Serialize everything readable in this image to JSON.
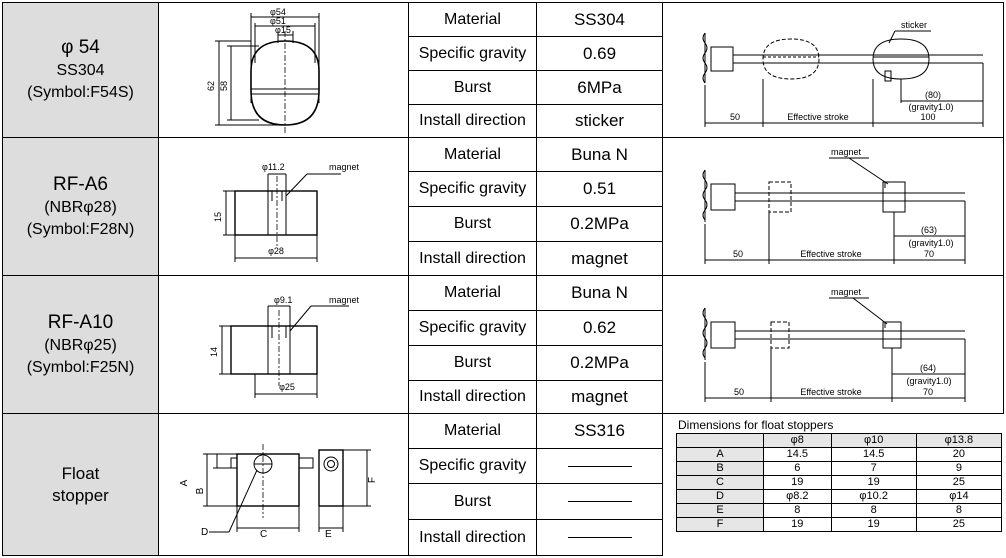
{
  "prop_labels": {
    "material": "Material",
    "specific_gravity": "Specific gravity",
    "burst": "Burst",
    "install_direction": "Install direction"
  },
  "rows": [
    {
      "name_line1": "φ 54",
      "name_line2": "SS304",
      "name_line3": "(Symbol:F54S)",
      "material": "SS304",
      "specific_gravity": "0.69",
      "burst": "6MPa",
      "install_direction": "sticker",
      "drawing": {
        "d1": "φ54",
        "d2": "φ51",
        "d3": "φ15",
        "h1": "62",
        "h2": "58"
      },
      "install": {
        "tag": "sticker",
        "left": "50",
        "stroke": "Effective stroke",
        "end": "100",
        "gap": "(80)",
        "gravity": "(gravity1.0)"
      }
    },
    {
      "name_line1": "RF-A6",
      "name_line2": "(NBRφ28)",
      "name_line3": "(Symbol:F28N)",
      "material": "Buna N",
      "specific_gravity": "0.51",
      "burst": "0.2MPa",
      "install_direction": "magnet",
      "drawing": {
        "top": "φ11.2",
        "tag": "magnet",
        "h": "15",
        "bottom": "φ28"
      },
      "install": {
        "tag": "magnet",
        "left": "50",
        "stroke": "Effective stroke",
        "end": "70",
        "gap": "(63)",
        "gravity": "(gravity1.0)"
      }
    },
    {
      "name_line1": "RF-A10",
      "name_line2": "(NBRφ25)",
      "name_line3": "(Symbol:F25N)",
      "material": "Buna N",
      "specific_gravity": "0.62",
      "burst": "0.2MPa",
      "install_direction": "magnet",
      "drawing": {
        "top": "φ9.1",
        "tag": "magnet",
        "h": "14",
        "bottom": "φ25"
      },
      "install": {
        "tag": "magnet",
        "left": "50",
        "stroke": "Effective stroke",
        "end": "70",
        "gap": "(64)",
        "gravity": "(gravity1.0)"
      }
    },
    {
      "name_line1": "Float",
      "name_line2": "stopper",
      "material": "SS316",
      "drawing": {
        "a": "A",
        "b": "B",
        "c": "C",
        "d": "D",
        "e": "E",
        "f": "F"
      }
    }
  ],
  "stopper_table": {
    "caption": "Dimensions for float stoppers",
    "headers": [
      "φ8",
      "φ10",
      "φ13.8"
    ],
    "rows": [
      {
        "label": "A",
        "values": [
          "14.5",
          "14.5",
          "20"
        ]
      },
      {
        "label": "B",
        "values": [
          "6",
          "7",
          "9"
        ]
      },
      {
        "label": "C",
        "values": [
          "19",
          "19",
          "25"
        ]
      },
      {
        "label": "D",
        "values": [
          "φ8.2",
          "φ10.2",
          "φ14"
        ]
      },
      {
        "label": "E",
        "values": [
          "8",
          "8",
          "8"
        ]
      },
      {
        "label": "F",
        "values": [
          "19",
          "19",
          "25"
        ]
      }
    ]
  }
}
